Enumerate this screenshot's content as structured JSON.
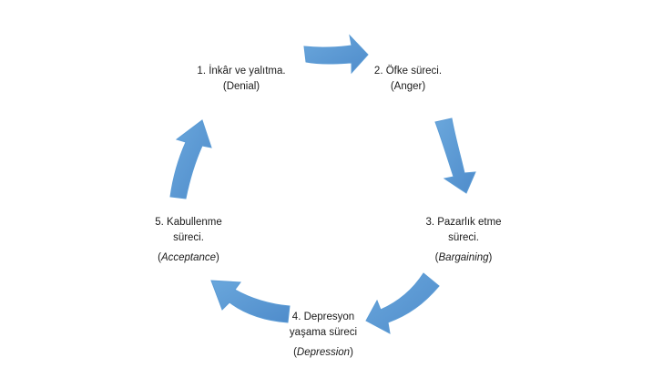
{
  "diagram": {
    "arrow_color": "#5b9bd5",
    "stages": [
      {
        "id": "denial",
        "lines": [
          "1. İnkâr ve yalıtma."
        ],
        "english": "Denial",
        "english_italic": false
      },
      {
        "id": "anger",
        "lines": [
          "2. Öfke süreci."
        ],
        "english": "Anger",
        "english_italic": false
      },
      {
        "id": "bargaining",
        "lines": [
          "3. Pazarlık etme",
          "süreci."
        ],
        "english": "Bargaining",
        "english_italic": true
      },
      {
        "id": "depression",
        "lines": [
          "4. Depresyon",
          "yaşama süreci"
        ],
        "english": "Depression",
        "english_italic": true
      },
      {
        "id": "acceptance",
        "lines": [
          "5. Kabullenme",
          "süreci."
        ],
        "english": "Acceptance",
        "english_italic": true
      }
    ]
  }
}
